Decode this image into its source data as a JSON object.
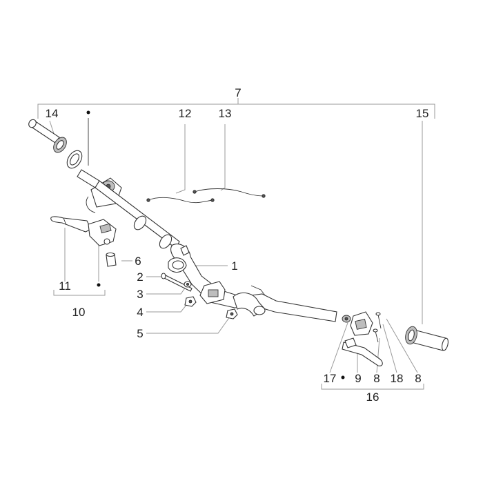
{
  "diagram": {
    "labels": {
      "n1": "1",
      "n2": "2",
      "n3": "3",
      "n4": "4",
      "n5": "5",
      "n6": "6",
      "n7": "7",
      "n8a": "8",
      "n8b": "8",
      "n9": "9",
      "n10": "10",
      "n11": "11",
      "n12": "12",
      "n13": "13",
      "n14": "14",
      "n15": "15",
      "n16": "16",
      "n17": "17",
      "n18": "18"
    }
  }
}
